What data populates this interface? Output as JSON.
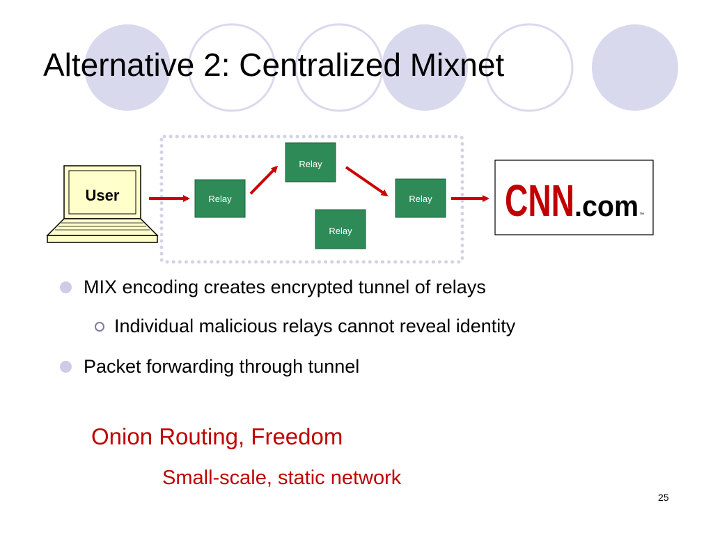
{
  "slide": {
    "title": "Alternative 2: Centralized Mixnet",
    "page_number": "25"
  },
  "diagram": {
    "user_label": "User",
    "relays": [
      {
        "label": "Relay"
      },
      {
        "label": "Relay"
      },
      {
        "label": "Relay"
      },
      {
        "label": "Relay"
      }
    ],
    "destination": {
      "brand": "CNN",
      "suffix": ".com",
      "tm": "™"
    },
    "colors": {
      "relay_fill": "#2e8b57",
      "arrow": "#cc0000",
      "dots": "#d3d3e6",
      "laptop_screen": "#ffffcc"
    }
  },
  "bullets": [
    {
      "text": "MIX encoding creates encrypted tunnel of relays"
    },
    {
      "text": "Individual malicious relays cannot reveal identity",
      "level": 2
    },
    {
      "text": "Packet forwarding through tunnel"
    }
  ],
  "notes": {
    "line1": "Onion Routing, Freedom",
    "line2": "Small-scale, static network"
  }
}
